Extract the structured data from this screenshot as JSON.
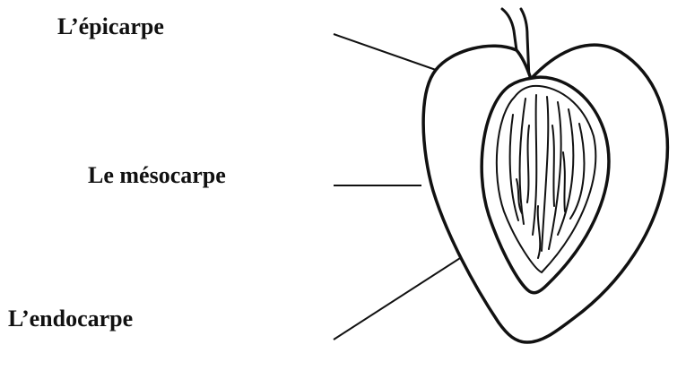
{
  "labels": {
    "epicarp": "L’épicarpe",
    "mesocarp": "Le mésocarpe",
    "endocarp": "L’endocarpe"
  },
  "colors": {
    "ink": "#111111",
    "background": "#ffffff"
  }
}
